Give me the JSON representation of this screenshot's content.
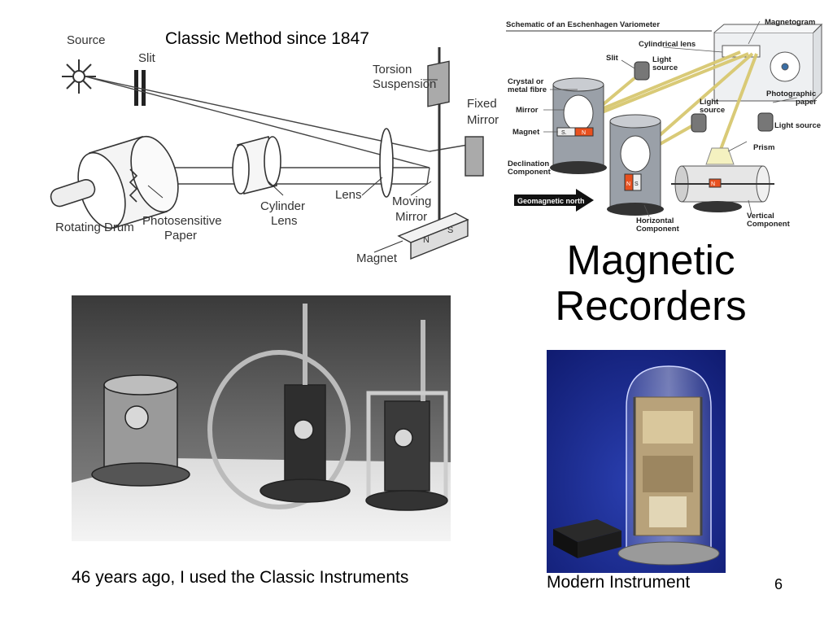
{
  "slide": {
    "title_line1": "Magnetic",
    "title_line2": "Recorders",
    "caption_top": "Classic Method since 1847",
    "caption_classic": "46 years ago, I used the Classic Instruments",
    "caption_modern": "Modern Instrument",
    "page_number": "6"
  },
  "classic_diagram": {
    "labels": {
      "source": "Source",
      "slit": "Slit",
      "torsion_line1": "Torsion",
      "torsion_line2": "Suspension",
      "fixed_line1": "Fixed",
      "fixed_line2": "Mirror",
      "drum": "Rotating Drum",
      "paper_line1": "Photosensitive",
      "paper_line2": "Paper",
      "cyl_line1": "Cylinder",
      "cyl_line2": "Lens",
      "lens": "Lens",
      "moving_line1": "Moving",
      "moving_line2": "Mirror",
      "magnet": "Magnet"
    }
  },
  "schematic": {
    "title": "Schematic of an Eschenhagen Variometer",
    "labels": {
      "magnetogram": "Magnetogram",
      "cylindrical_lens": "Cylindrical lens",
      "slit": "Slit",
      "light_source1_line1": "Light",
      "light_source1_line2": "source",
      "crystal_line1": "Crystal or",
      "crystal_line2": "metal fibre",
      "mirror": "Mirror",
      "magnet": "Magnet",
      "photo_line1": "Photographic",
      "photo_line2": "paper",
      "light_source2_line1": "Light",
      "light_source2_line2": "source",
      "light_source3": "Light source",
      "prism": "Prism",
      "declination_line1": "Declination",
      "declination_line2": "Component",
      "geo_north": "Geomagnetic north",
      "horizontal_line1": "Horizontal",
      "horizontal_line2": "Component",
      "vertical_line1": "Vertical",
      "vertical_line2": "Component",
      "n1": "N",
      "s1": "S.",
      "n2": "N",
      "s2": "S",
      "n3": "N"
    }
  },
  "colors": {
    "magnet_orange": "#e8501e",
    "beam_yellow": "#d8c870",
    "photo_bg": "#0f1a6e"
  }
}
